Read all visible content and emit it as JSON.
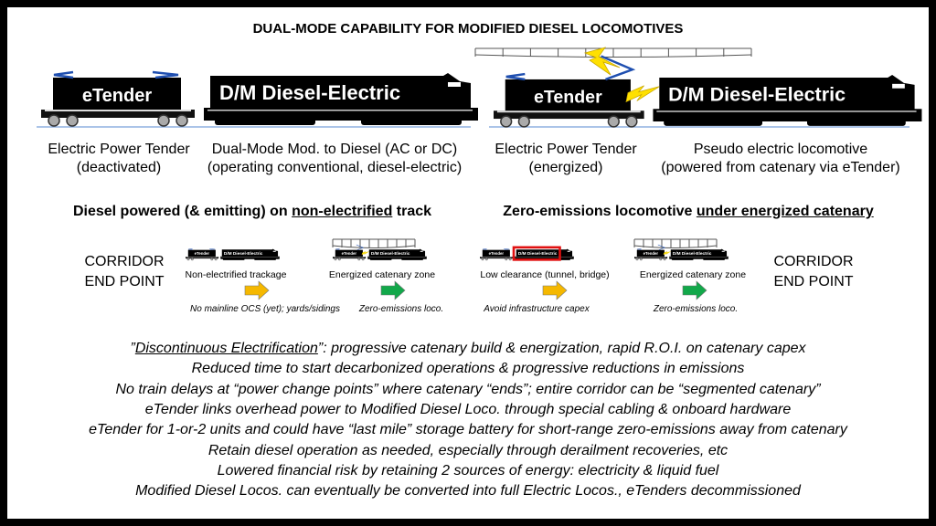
{
  "title": "DUAL-MODE CAPABILITY FOR MODIFIED DIESEL LOCOMOTIVES",
  "train_labels": {
    "tender": "eTender",
    "loco": "D/M Diesel-Electric"
  },
  "captions": {
    "left_tender": [
      "Electric Power Tender",
      "(deactivated)"
    ],
    "left_loco": [
      "Dual-Mode Mod. to Diesel (AC or DC)",
      "(operating conventional, diesel-electric)"
    ],
    "right_tender": [
      "Electric Power Tender",
      "(energized)"
    ],
    "right_loco": [
      "Pseudo electric locomotive",
      "(powered from catenary via eTender)"
    ]
  },
  "headings": {
    "left_pre": "Diesel powered (& emitting) on ",
    "left_u": "non-electrified",
    "left_post": " track",
    "right_pre": "Zero-emissions locomotive ",
    "right_u": "under energized catenary"
  },
  "corridor": {
    "line1": "CORRIDOR",
    "line2": "END POINT"
  },
  "segments": [
    {
      "label": "Non-electrified trackage",
      "note": "No mainline OCS (yet); yards/sidings",
      "arrow": "#f5b800",
      "catenary": false,
      "highlight": false
    },
    {
      "label": "Energized catenary zone",
      "note": "Zero-emissions loco.",
      "arrow": "#12a84a",
      "catenary": true,
      "highlight": false
    },
    {
      "label": "Low clearance (tunnel, bridge)",
      "note": "Avoid infrastructure capex",
      "arrow": "#f5b800",
      "catenary": false,
      "highlight": true
    },
    {
      "label": "Energized catenary zone",
      "note": "Zero-emissions loco.",
      "arrow": "#12a84a",
      "catenary": true,
      "highlight": false
    }
  ],
  "bullets": [
    {
      "pre": "”",
      "u": "Discontinuous Electrification",
      "post": "”:  progressive catenary build & energization, rapid R.O.I. on catenary capex"
    },
    {
      "pre": "Reduced time to start decarbonized operations & progressive reductions in emissions",
      "u": "",
      "post": ""
    },
    {
      "pre": "No train delays at “power change points” where catenary “ends”; entire corridor can be “segmented catenary”",
      "u": "",
      "post": ""
    },
    {
      "pre": "eTender links overhead power to Modified Diesel Loco. through special cabling & onboard hardware",
      "u": "",
      "post": ""
    },
    {
      "pre": "eTender for 1-or-2 units and could have “last mile” storage battery for short-range zero-emissions away from catenary",
      "u": "",
      "post": ""
    },
    {
      "pre": "Retain diesel operation as needed, especially through derailment recoveries, etc",
      "u": "",
      "post": ""
    },
    {
      "pre": "Lowered financial risk by retaining 2 sources of energy: electricity & liquid fuel",
      "u": "",
      "post": ""
    },
    {
      "pre": "Modified Diesel Locos. can eventually be converted into full Electric Locos., eTenders decommissioned",
      "u": "",
      "post": ""
    }
  ],
  "colors": {
    "track": "#8fb0e0",
    "pantograph": "#1f4fb0",
    "bolt": "#ffe000",
    "highlight": "#e01010"
  }
}
